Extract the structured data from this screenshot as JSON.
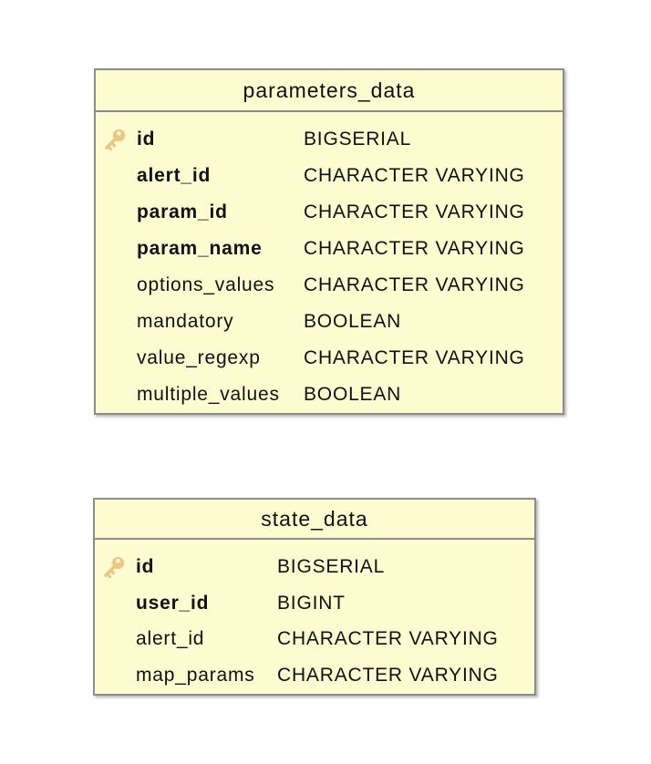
{
  "diagram": {
    "kind": "database-schema-diagram"
  },
  "colors": {
    "page_bg": "#FFFFFF",
    "table_fill": "#FCFCD0",
    "border": "#8C8C8C",
    "text": "#111111",
    "key_color": "#ECC783"
  },
  "icons": {
    "primary_key": "key-icon"
  },
  "tables": [
    {
      "name": "parameters_data",
      "columns": [
        {
          "name": "id",
          "type": "BIGSERIAL",
          "bold": true,
          "key": true
        },
        {
          "name": "alert_id",
          "type": "CHARACTER VARYING",
          "bold": true,
          "key": false
        },
        {
          "name": "param_id",
          "type": "CHARACTER VARYING",
          "bold": true,
          "key": false
        },
        {
          "name": "param_name",
          "type": "CHARACTER VARYING",
          "bold": true,
          "key": false
        },
        {
          "name": "options_values",
          "type": "CHARACTER VARYING",
          "bold": false,
          "key": false
        },
        {
          "name": "mandatory",
          "type": "BOOLEAN",
          "bold": false,
          "key": false
        },
        {
          "name": "value_regexp",
          "type": "CHARACTER VARYING",
          "bold": false,
          "key": false
        },
        {
          "name": "multiple_values",
          "type": "BOOLEAN",
          "bold": false,
          "key": false
        }
      ]
    },
    {
      "name": "state_data",
      "columns": [
        {
          "name": "id",
          "type": "BIGSERIAL",
          "bold": true,
          "key": true
        },
        {
          "name": "user_id",
          "type": "BIGINT",
          "bold": true,
          "key": false
        },
        {
          "name": "alert_id",
          "type": "CHARACTER VARYING",
          "bold": false,
          "key": false
        },
        {
          "name": "map_params",
          "type": "CHARACTER VARYING",
          "bold": false,
          "key": false
        }
      ]
    }
  ]
}
